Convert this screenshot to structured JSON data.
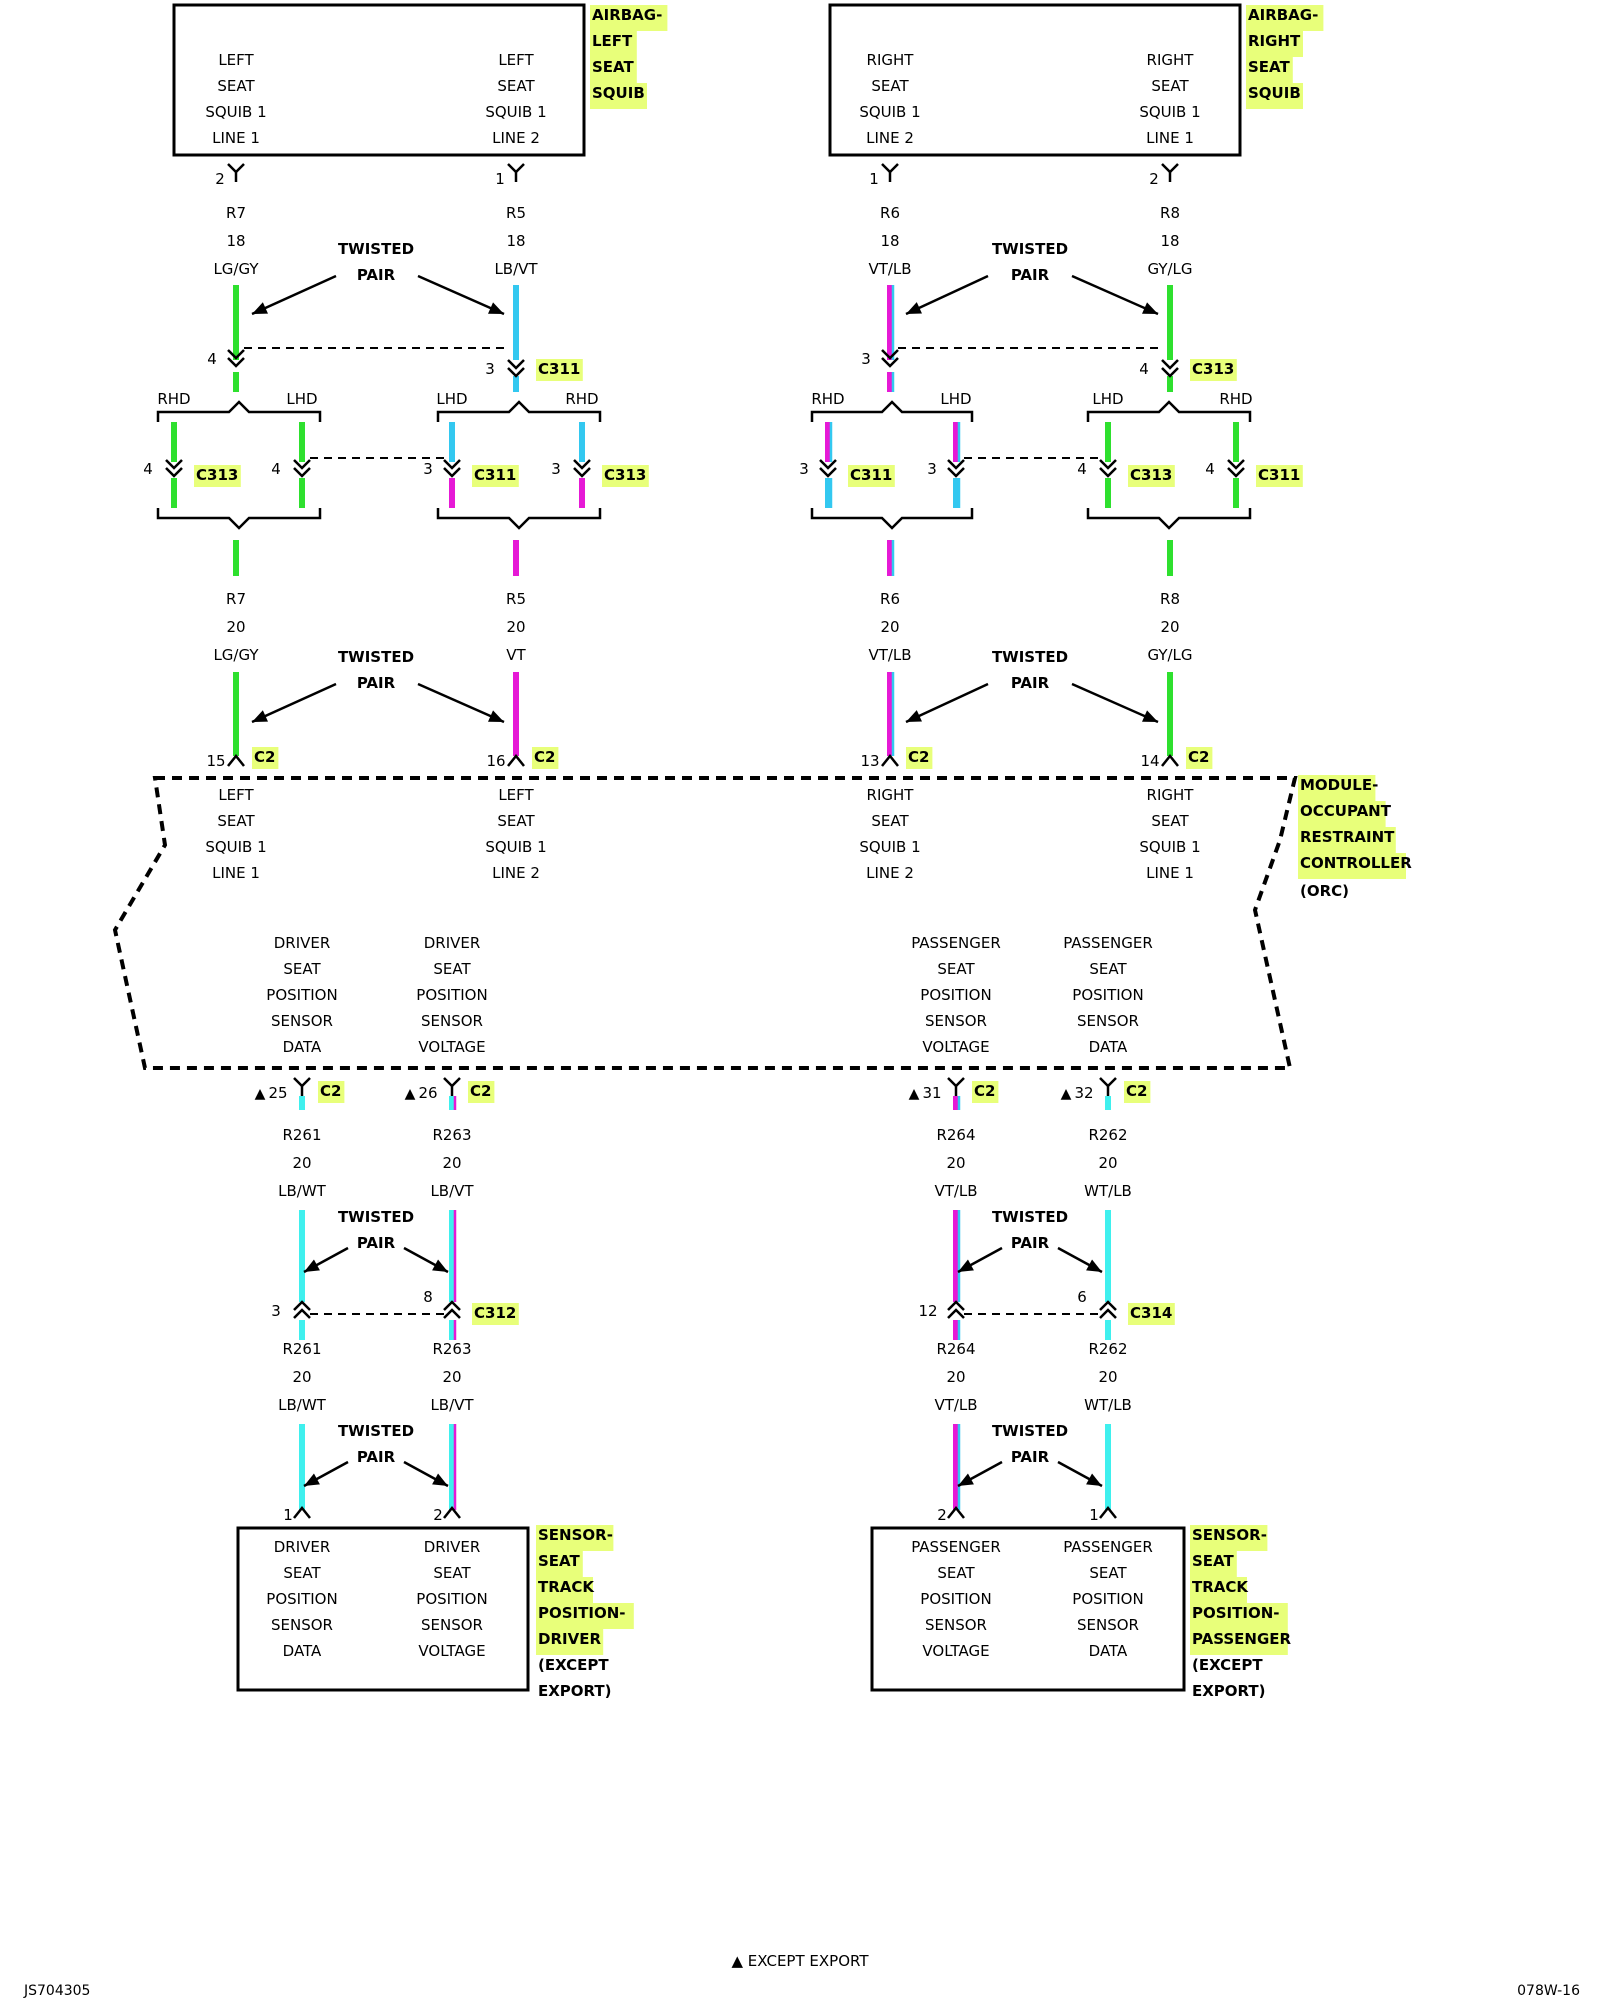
{
  "footer": {
    "left": "JS704305",
    "center": "▲ EXCEPT EXPORT",
    "right": "078W-16"
  },
  "twisted_pair": [
    "TWISTED",
    "PAIR"
  ],
  "highlight_color": "#e8ff7a",
  "wire_colors": {
    "green": "#2ee02e",
    "blue": "#33c8f0",
    "magenta": "#e619d6",
    "cyan": "#3ff0ee"
  },
  "components": {
    "airbag_left": {
      "title": [
        "AIRBAG-",
        "LEFT",
        "SEAT",
        "SQUIB"
      ],
      "pins": [
        [
          "LEFT",
          "SEAT",
          "SQUIB 1",
          "LINE 1"
        ],
        [
          "LEFT",
          "SEAT",
          "SQUIB 1",
          "LINE 2"
        ]
      ]
    },
    "airbag_right": {
      "title": [
        "AIRBAG-",
        "RIGHT",
        "SEAT",
        "SQUIB"
      ],
      "pins": [
        [
          "RIGHT",
          "SEAT",
          "SQUIB 1",
          "LINE 2"
        ],
        [
          "RIGHT",
          "SEAT",
          "SQUIB 1",
          "LINE 1"
        ]
      ]
    },
    "orc": {
      "title": [
        "MODULE-",
        "OCCUPANT",
        "RESTRAINT",
        "CONTROLLER"
      ],
      "subtitle": "(ORC)",
      "top_pins": [
        [
          "LEFT",
          "SEAT",
          "SQUIB 1",
          "LINE 1"
        ],
        [
          "LEFT",
          "SEAT",
          "SQUIB 1",
          "LINE 2"
        ],
        [
          "RIGHT",
          "SEAT",
          "SQUIB 1",
          "LINE 2"
        ],
        [
          "RIGHT",
          "SEAT",
          "SQUIB 1",
          "LINE 1"
        ]
      ],
      "bottom_pins": [
        [
          "DRIVER",
          "SEAT",
          "POSITION",
          "SENSOR",
          "DATA"
        ],
        [
          "DRIVER",
          "SEAT",
          "POSITION",
          "SENSOR",
          "VOLTAGE"
        ],
        [
          "PASSENGER",
          "SEAT",
          "POSITION",
          "SENSOR",
          "VOLTAGE"
        ],
        [
          "PASSENGER",
          "SEAT",
          "POSITION",
          "SENSOR",
          "DATA"
        ]
      ]
    },
    "sensor_driver": {
      "title": [
        "SENSOR-",
        "SEAT",
        "TRACK",
        "POSITION-",
        "DRIVER"
      ],
      "subtitle": [
        "(EXCEPT",
        "EXPORT)"
      ],
      "pins": [
        [
          "DRIVER",
          "SEAT",
          "POSITION",
          "SENSOR",
          "DATA"
        ],
        [
          "DRIVER",
          "SEAT",
          "POSITION",
          "SENSOR",
          "VOLTAGE"
        ]
      ]
    },
    "sensor_passenger": {
      "title": [
        "SENSOR-",
        "SEAT",
        "TRACK",
        "POSITION-",
        "PASSENGER"
      ],
      "subtitle": [
        "(EXCEPT",
        "EXPORT)"
      ],
      "pins": [
        [
          "PASSENGER",
          "SEAT",
          "POSITION",
          "SENSOR",
          "VOLTAGE"
        ],
        [
          "PASSENGER",
          "SEAT",
          "POSITION",
          "SENSOR",
          "DATA"
        ]
      ]
    }
  },
  "wires": {
    "top": [
      {
        "circuit": "R7",
        "gauge": "18",
        "color": "LG/GY"
      },
      {
        "circuit": "R5",
        "gauge": "18",
        "color": "LB/VT"
      },
      {
        "circuit": "R6",
        "gauge": "18",
        "color": "VT/LB"
      },
      {
        "circuit": "R8",
        "gauge": "18",
        "color": "GY/LG"
      }
    ],
    "middle": [
      {
        "circuit": "R7",
        "gauge": "20",
        "color": "LG/GY"
      },
      {
        "circuit": "R5",
        "gauge": "20",
        "color": "VT"
      },
      {
        "circuit": "R6",
        "gauge": "20",
        "color": "VT/LB"
      },
      {
        "circuit": "R8",
        "gauge": "20",
        "color": "GY/LG"
      }
    ],
    "sensor_upper": [
      {
        "circuit": "R261",
        "gauge": "20",
        "color": "LB/WT"
      },
      {
        "circuit": "R263",
        "gauge": "20",
        "color": "LB/VT"
      },
      {
        "circuit": "R264",
        "gauge": "20",
        "color": "VT/LB"
      },
      {
        "circuit": "R262",
        "gauge": "20",
        "color": "WT/LB"
      }
    ],
    "sensor_lower": [
      {
        "circuit": "R261",
        "gauge": "20",
        "color": "LB/WT"
      },
      {
        "circuit": "R263",
        "gauge": "20",
        "color": "LB/VT"
      },
      {
        "circuit": "R264",
        "gauge": "20",
        "color": "VT/LB"
      },
      {
        "circuit": "R262",
        "gauge": "20",
        "color": "WT/LB"
      }
    ]
  },
  "pins": {
    "airbag": [
      "2",
      "1",
      "1",
      "2"
    ],
    "upper_conn": [
      "4",
      "3",
      "3",
      "4"
    ],
    "upper_conn_names": [
      "C311",
      "C313"
    ],
    "branch": [
      "RHD",
      "LHD",
      "LHD",
      "RHD",
      "RHD",
      "LHD",
      "LHD",
      "RHD"
    ],
    "branch_pins": [
      "4",
      "4",
      "3",
      "3",
      "3",
      "3",
      "4",
      "4"
    ],
    "branch_conn_names": [
      "C313",
      "C311",
      "C313",
      "C311",
      "C313",
      "C311"
    ],
    "orc_top": [
      "15",
      "16",
      "13",
      "14"
    ],
    "orc_top_conn": "C2",
    "orc_bottom": [
      "25",
      "26",
      "31",
      "32"
    ],
    "sensor_conn": [
      "3",
      "8",
      "12",
      "6"
    ],
    "sensor_conn_names": [
      "C312",
      "C314"
    ],
    "sensor_pins": [
      "1",
      "2",
      "2",
      "1"
    ]
  }
}
